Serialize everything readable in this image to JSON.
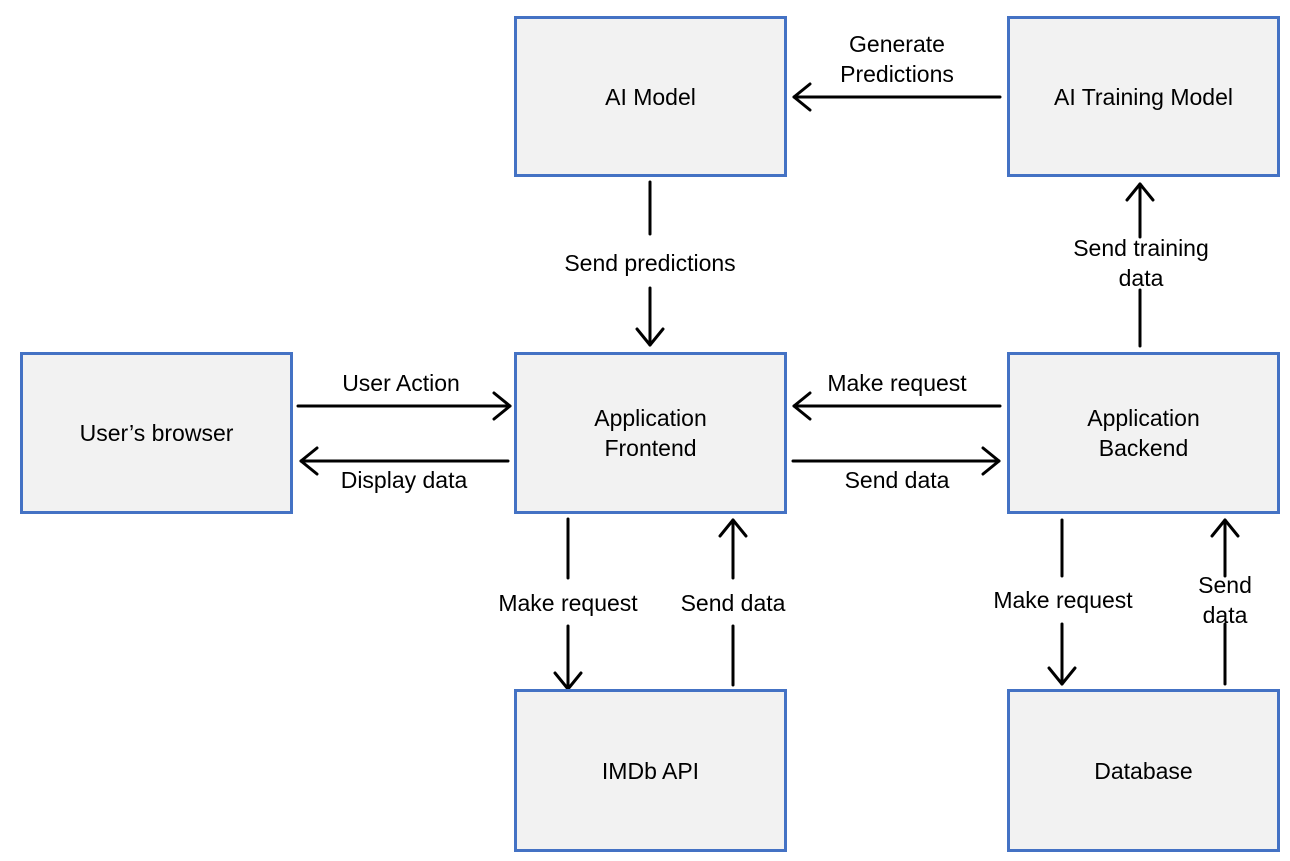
{
  "colors": {
    "box_fill": "#f2f2f2",
    "box_border": "#4472c4",
    "arrow": "#000000",
    "text": "#000000"
  },
  "boxes": {
    "ai_model": "AI Model",
    "ai_training_model": "AI Training Model",
    "users_browser": "User’s browser",
    "app_frontend": "Application\nFrontend",
    "app_backend": "Application\nBackend",
    "imdb_api": "IMDb API",
    "database": "Database"
  },
  "edges": {
    "generate_predictions": "Generate\nPredictions",
    "send_predictions": "Send predictions",
    "send_training_data": "Send training data",
    "user_action": "User Action",
    "display_data": "Display data",
    "make_request_backend_to_frontend": "Make request",
    "send_data_frontend_to_backend": "Send data",
    "make_request_frontend_to_imdb": "Make request",
    "send_data_imdb_to_frontend": "Send data",
    "make_request_backend_to_database": "Make request",
    "send_data_database_to_backend": "Send data"
  }
}
